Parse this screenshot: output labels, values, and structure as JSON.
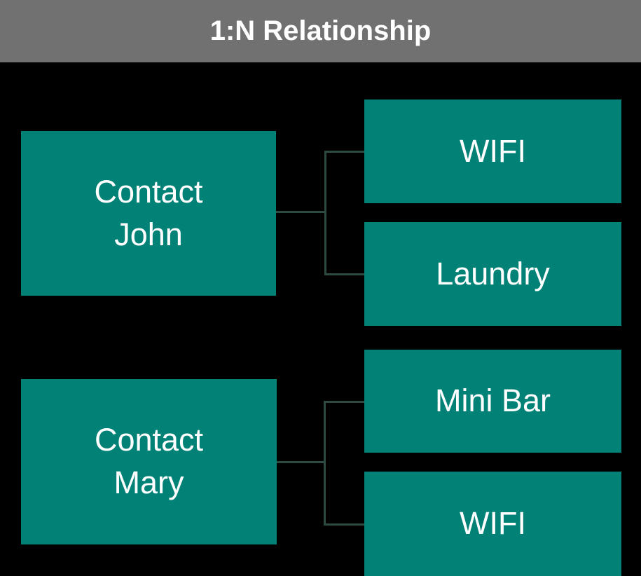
{
  "header": {
    "title": "1:N Relationship"
  },
  "colors": {
    "header-bg": "#717171",
    "canvas-bg": "#000000",
    "node-fill": "#028276",
    "node-text": "#ffffff",
    "connector": "#2e4b43",
    "title-text": "#ffffff"
  },
  "nodes": [
    {
      "id": "contact-john",
      "label": "Contact\nJohn"
    },
    {
      "id": "wifi-john",
      "label": "WIFI"
    },
    {
      "id": "laundry-john",
      "label": "Laundry"
    },
    {
      "id": "contact-mary",
      "label": "Contact\nMary"
    },
    {
      "id": "mini-bar-mary",
      "label": "Mini Bar"
    },
    {
      "id": "wifi-mary",
      "label": "WIFI"
    }
  ],
  "relationships": [
    {
      "from": "Contact John",
      "to": [
        "WIFI",
        "Laundry"
      ]
    },
    {
      "from": "Contact Mary",
      "to": [
        "Mini Bar",
        "WIFI"
      ]
    }
  ]
}
